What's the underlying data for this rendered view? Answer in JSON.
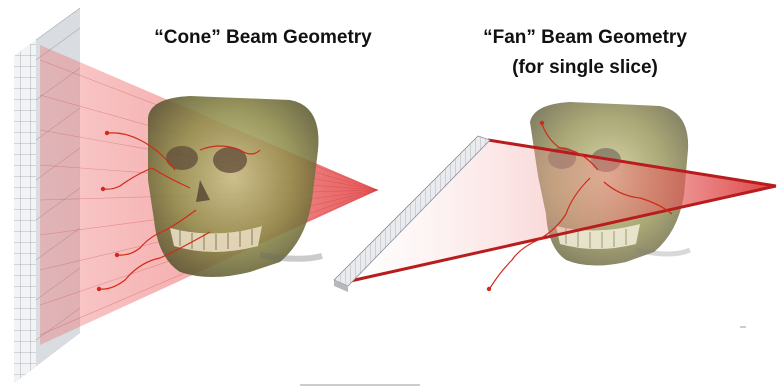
{
  "titles": {
    "cone": "“Cone” Beam Geometry",
    "fan": "“Fan” Beam Geometry",
    "fan_sub": "(for single slice)"
  },
  "colors": {
    "beam": "#e23a3a",
    "beam_dark": "#b81c1c",
    "skull": "#9c9a52",
    "detector": "#d6d8dc"
  },
  "icons": {
    "cone_detector": "flat-panel-detector",
    "fan_detector": "linear-detector-array",
    "skull": "skull-volume-render"
  }
}
